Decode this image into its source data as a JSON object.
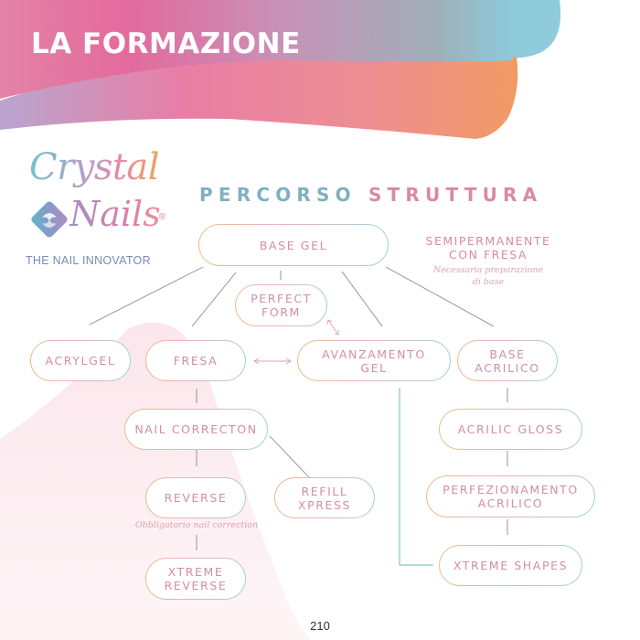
{
  "header": {
    "title": "LA FORMAZIONE"
  },
  "logo": {
    "brand_top": "Crystal",
    "brand_bottom": "Nails",
    "registered": "®",
    "tagline": "THE NAIL INNOVATOR"
  },
  "section": {
    "title_word1": "PERCORSO",
    "title_word2": "STRUTTURA"
  },
  "diagram": {
    "nodes": {
      "base_gel": "BASE GEL",
      "perfect_form": "PERFECT\nFORM",
      "acrylgel": "ACRYLGEL",
      "fresa": "FRESA",
      "avanzamento_gel": "AVANZAMENTO\nGEL",
      "base_acrilico": "BASE\nACRILICO",
      "nail_correcton": "NAIL CORRECTON",
      "refill_xpress": "REFILL\nXPRESS",
      "reverse": "REVERSE",
      "xtreme_reverse": "XTREME\nREVERSE",
      "acrilic_gloss": "ACRILIC GLOSS",
      "perfezionamento_acrilico": "PERFEZIONAMENTO\nACRILICO",
      "xtreme_shapes": "XTREME SHAPES"
    },
    "notes": {
      "semipermanente_title": "SEMIPERMANENTE\nCON FRESA",
      "semipermanente_sub": "Necessaria preparazione\ndi base",
      "reverse_note": "Obbligatorio nail correction"
    }
  },
  "footer": {
    "page_number": "210"
  },
  "colors": {
    "pink_text": "#d28ea6",
    "teal": "#7fb0c0",
    "orange": "#f2a15e",
    "connector": "#8a8a8a"
  }
}
